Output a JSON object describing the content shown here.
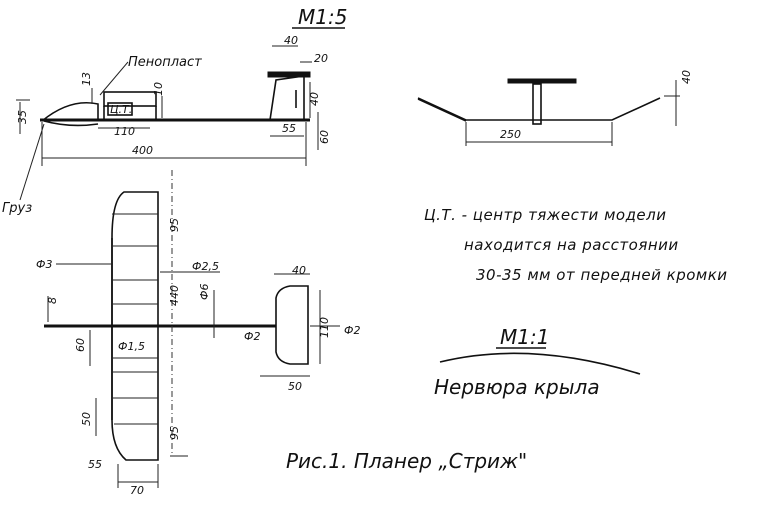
{
  "drawing": {
    "scale_main": "М1:5",
    "scale_rib": "М1:1",
    "caption": "Рис.1.  Планер „Стриж\"",
    "rib_caption": "Нервюра крыла",
    "note_lines": [
      "Ц.Т. - центр тяжести модели",
      "находится на расстоянии",
      "30-35 мм от передней кромки"
    ],
    "labels": {
      "foam": "Пенопласт",
      "weight": "Груз",
      "cg": "Ц.Т."
    },
    "side_view": {
      "dims": {
        "d13": "13",
        "d10": "10",
        "d35": "35",
        "d110": "110",
        "d400": "400",
        "d40_top": "40",
        "d20": "20",
        "d40_fin": "40",
        "d55": "55",
        "d60": "60"
      }
    },
    "front_view": {
      "dims": {
        "span": "250",
        "dihedral": "40"
      }
    },
    "plan_view": {
      "dims": {
        "phi3": "Ф3",
        "phi2_5": "Ф2,5",
        "phi6": "Ф6",
        "phi2_left": "Ф2",
        "phi2_right": "Ф2",
        "phi1_5": "Ф1,5",
        "d8": "8",
        "d60": "60",
        "d50_left": "50",
        "d55": "55",
        "d70": "70",
        "d95_top": "95",
        "d440": "440",
        "d95_bot": "95",
        "d40_stab": "40",
        "d110": "110",
        "d50_stab": "50"
      }
    }
  }
}
